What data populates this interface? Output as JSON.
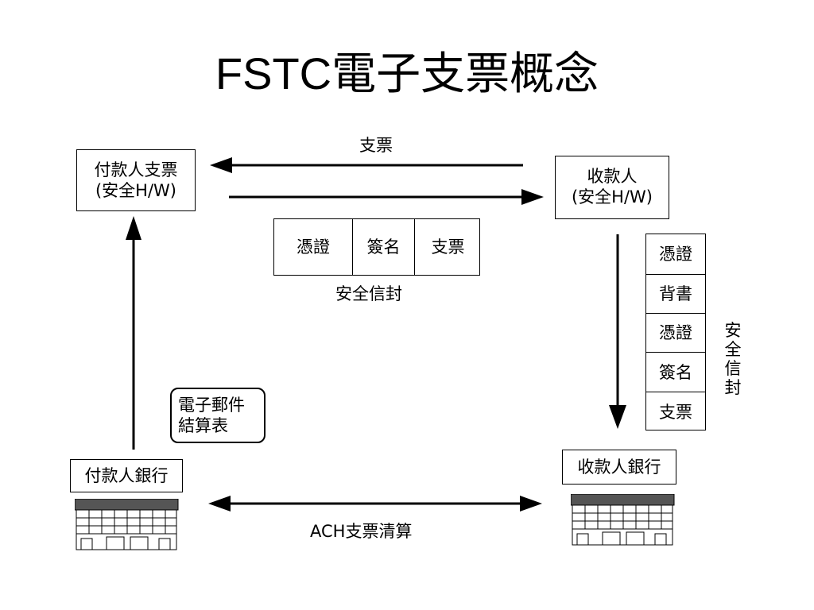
{
  "title": "FSTC電子支票概念",
  "payer_checkbook": {
    "line1": "付款人支票",
    "line2": "(安全H/W)"
  },
  "payee": {
    "line1": "收款人",
    "line2": "(安全H/W)"
  },
  "top_arrow_label": "支票",
  "envelope_horizontal": {
    "cells": [
      "憑證",
      "簽名",
      "支票"
    ],
    "caption": "安全信封"
  },
  "envelope_vertical": {
    "cells": [
      "憑證",
      "背書",
      "憑證",
      "簽名",
      "支票"
    ],
    "caption": "安全信封"
  },
  "email_statement": {
    "line1": "電子郵件",
    "line2": "結算表"
  },
  "payer_bank": {
    "label": "付款人銀行"
  },
  "payee_bank": {
    "label": "收款人銀行"
  },
  "ach_label": "ACH支票清算",
  "icons": [
    "left-arrow",
    "right-arrow",
    "up-arrow",
    "down-arrow",
    "double-arrow",
    "bank-building-icon"
  ]
}
